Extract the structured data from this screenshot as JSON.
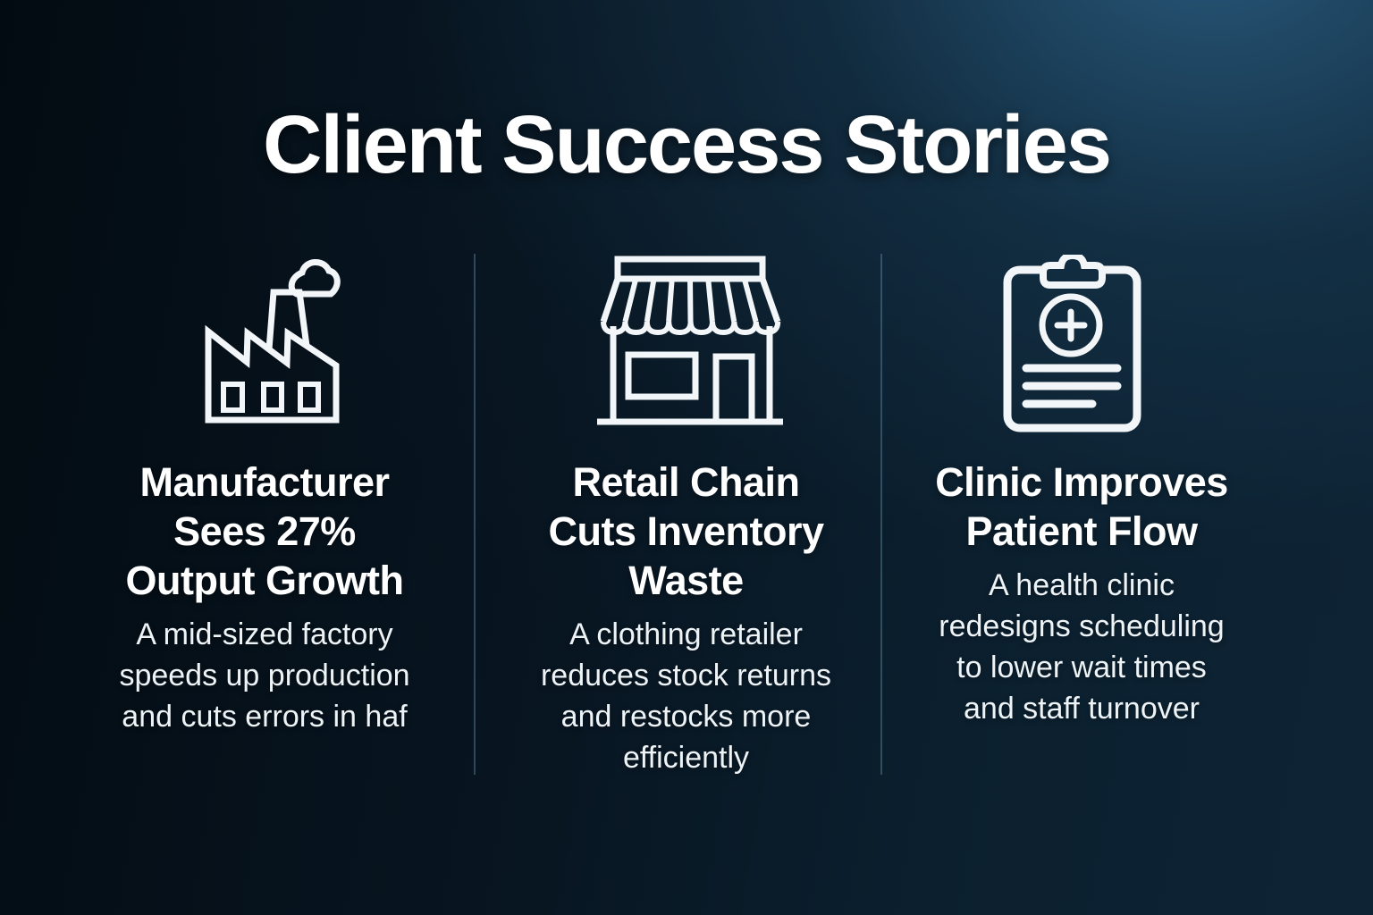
{
  "title": "Client Success Stories",
  "columns": [
    {
      "icon": "factory-icon",
      "heading": "Manufacturer\nSees 27%\nOutput Growth",
      "body": "A mid-sized factory\nspeeds up production\nand cuts errors in haf"
    },
    {
      "icon": "storefront-icon",
      "heading": "Retail Chain\nCuts Inventory\nWaste",
      "body": "A clothing retailer\nreduces stock returns\nand restocks more\nefficiently"
    },
    {
      "icon": "medical-clipboard-icon",
      "heading": "Clinic Improves\nPatient Flow",
      "body": "A health clinic\nredesigns scheduling\nto lower wait times\nand staff turnover"
    }
  ],
  "colors": {
    "background_dark": "#030b12",
    "background_light": "#1e4763",
    "text": "#ffffff",
    "body_text": "#eef3f6",
    "icon_stroke": "#f2f6f8",
    "divider": "#4d7691"
  }
}
